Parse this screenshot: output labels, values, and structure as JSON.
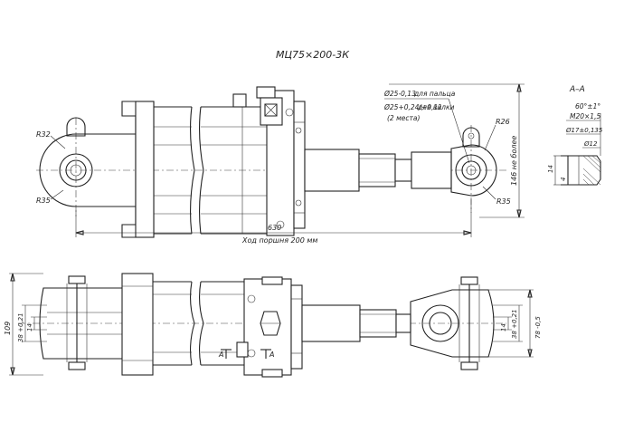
{
  "title": "МЦ75×200-3К",
  "dimensions": {
    "r32": "R32",
    "r35_left": "R35",
    "r26": "R26",
    "r35_right": "R35",
    "pin_dia": "Ø25-0,13",
    "pin_label": "для пальца",
    "fork_dia": "Ø25+0,24/+0,11",
    "fork_label": "для вилки",
    "fork_places": "(2 места)",
    "length": "630",
    "stroke": "Ход поршня 200 мм",
    "height_max": "146 не более",
    "side_height": "109",
    "side_a": "14",
    "side_b": "38 +0,21",
    "side_c": "38 +0,21",
    "side_d": "14",
    "side_e": "78 -0,5"
  },
  "section": {
    "title": "А–А",
    "angle": "60°±1°",
    "thread": "M20×1,5",
    "bore_dia": "Ø17±0,135",
    "inner_dia": "Ø12",
    "dim_14": "14",
    "dim_4": "4"
  },
  "cut_marks": {
    "left": "A",
    "right": "A"
  }
}
